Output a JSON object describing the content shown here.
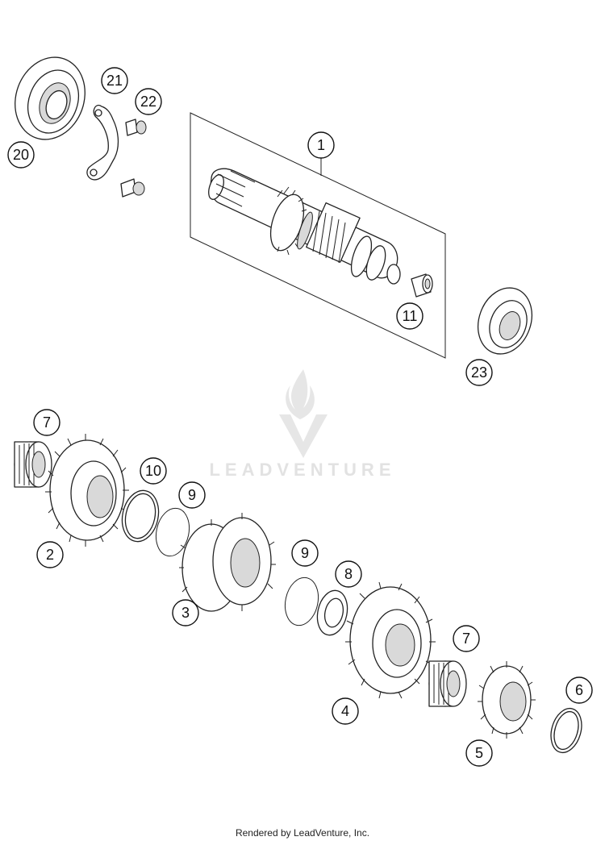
{
  "watermark": {
    "brand": "LEADVENTURE"
  },
  "callouts": [
    "20",
    "21",
    "22",
    "1",
    "11",
    "23",
    "7",
    "10",
    "9",
    "2",
    "3",
    "9",
    "8",
    "4",
    "7",
    "6",
    "5"
  ],
  "footer": {
    "text": "Rendered by LeadVenture, Inc."
  }
}
